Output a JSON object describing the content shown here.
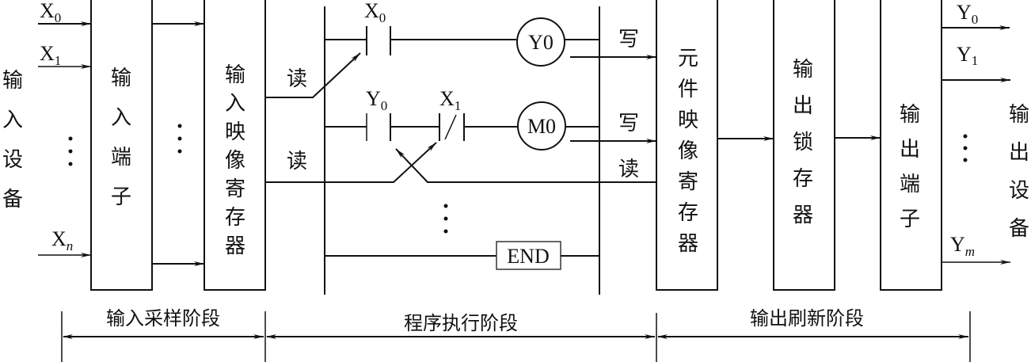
{
  "diagram": {
    "title": "PLC scan cycle",
    "input_device_label": "输入设备",
    "output_device_label": "输出设备",
    "blocks": {
      "input_terminals": "输入端子",
      "input_image_register": "输入映像寄存器",
      "element_image_register": "元件映像寄存器",
      "output_latch": "输出锁存器",
      "output_terminals": "输出端子"
    },
    "inputs": [
      {
        "base": "X",
        "sub": "0"
      },
      {
        "base": "X",
        "sub": "1"
      },
      {
        "base": "X",
        "sub": "n"
      }
    ],
    "outputs": [
      {
        "base": "Y",
        "sub": "0"
      },
      {
        "base": "Y",
        "sub": "1"
      },
      {
        "base": "Y",
        "sub": "m"
      }
    ],
    "ladder": {
      "rung1": {
        "contact": {
          "base": "X",
          "sub": "0"
        },
        "coil": "Y0"
      },
      "rung2": {
        "contact1": {
          "base": "Y",
          "sub": "0"
        },
        "contact2": {
          "base": "X",
          "sub": "1"
        },
        "coil": "M0"
      },
      "end_label": "END"
    },
    "flow_labels": {
      "read": "读",
      "write": "写"
    },
    "stages": [
      "输入采样阶段",
      "程序执行阶段",
      "输出刷新阶段"
    ]
  }
}
